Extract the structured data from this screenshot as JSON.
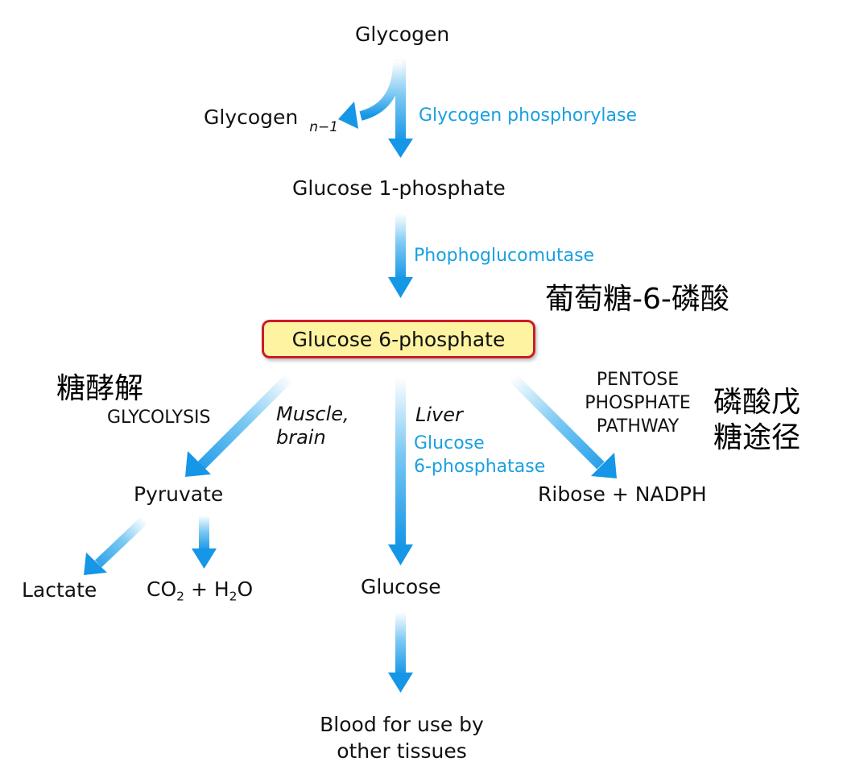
{
  "glycogen": "Glycogen",
  "glycogen_n1": {
    "base": "Glycogen",
    "sub": "n−1"
  },
  "glycogen_phosphorylase": "Glycogen phosphorylase",
  "glucose_1_phosphate": "Glucose 1-phosphate",
  "phosphoglucomutase": "Phophoglucomutase",
  "glucose_6_phosphate": "Glucose 6-phosphate",
  "glucose_6_phosphate_cn": "葡萄糖-6-磷酸",
  "glycolysis_cn": "糖酵解",
  "glycolysis": "GLYCOLYSIS",
  "muscle_brain": [
    "Muscle,",
    "brain"
  ],
  "liver": "Liver",
  "glucose_6_phosphatase": [
    "Glucose",
    "6-phosphatase"
  ],
  "pentose_phosphate_pathway": [
    "PENTOSE",
    "PHOSPHATE",
    "PATHWAY"
  ],
  "pentose_phosphate_pathway_cn": [
    "磷酸戊",
    "糖途径"
  ],
  "pyruvate": "Pyruvate",
  "ribose_nadph": "Ribose + NADPH",
  "lactate": "Lactate",
  "co2_h2o": {
    "co": "CO",
    "co_sub": "2",
    "plus_h": " + H",
    "h_sub": "2",
    "o": "O"
  },
  "glucose": "Glucose",
  "blood": [
    "Blood for use by",
    "other tissues"
  ],
  "colors": {
    "arrow": "#1596e6",
    "enzyme_text": "#1aa0e0",
    "box_fill": "#fdf3a0",
    "box_border": "#cc1b2b"
  }
}
